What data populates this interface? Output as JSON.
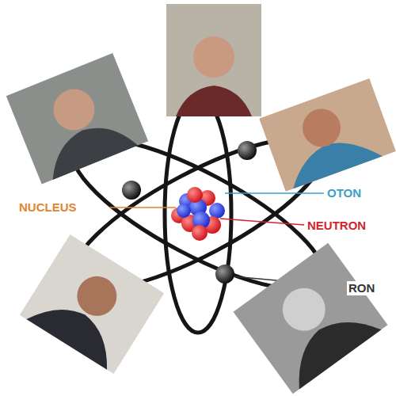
{
  "diagram": {
    "labels": [
      "NUCLEUS",
      "OTON",
      "NEUTRON",
      "RON"
    ]
  }
}
